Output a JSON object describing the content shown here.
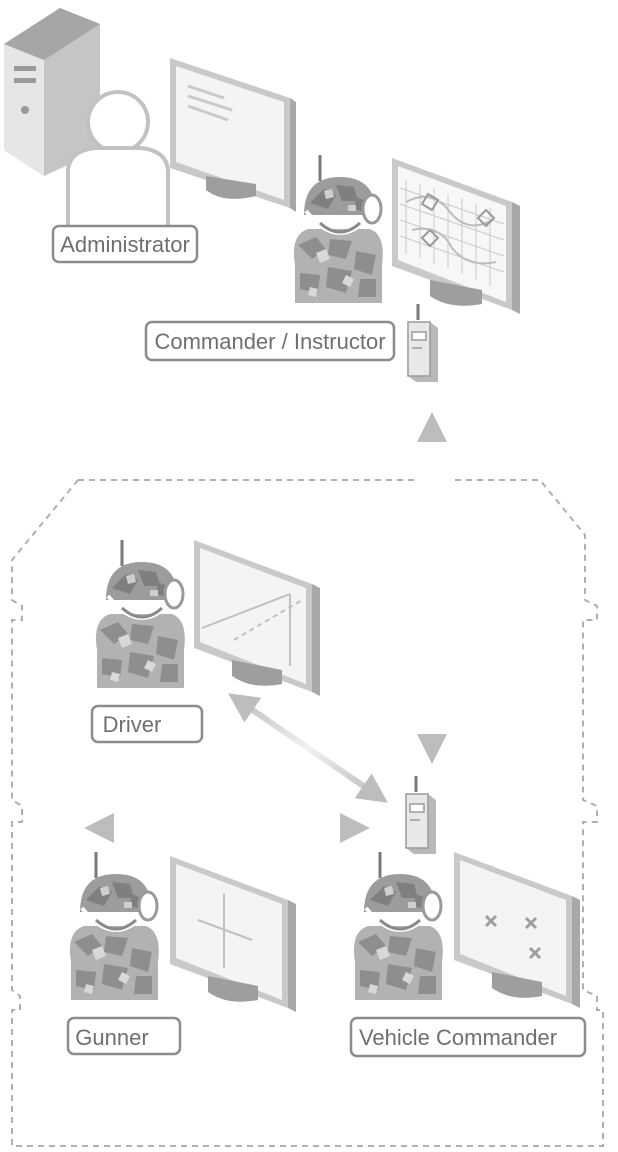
{
  "labels": {
    "administrator": "Administrator",
    "commander_instructor": "Commander / Instructor",
    "driver": "Driver",
    "gunner": "Gunner",
    "vehicle_commander": "Vehicle Commander"
  },
  "colors": {
    "stroke": "#9a9a9a",
    "label_border": "#8c8c8c",
    "label_text": "#6f6f6f",
    "monitor_frame": "#c8c8c8",
    "monitor_screen": "#f4f4f4",
    "camo_dark": "#8e8e8e",
    "camo_mid": "#b4b4b4",
    "camo_light": "#d6d6d6",
    "arrow": "#bdbdbd",
    "dashed_border": "#b0b0b0"
  },
  "icons": {
    "server": "server-tower-icon",
    "admin_person": "person-silhouette-icon",
    "soldier": "soldier-with-headset-icon",
    "radio": "radio-transceiver-icon",
    "monitor": "monitor-icon"
  }
}
